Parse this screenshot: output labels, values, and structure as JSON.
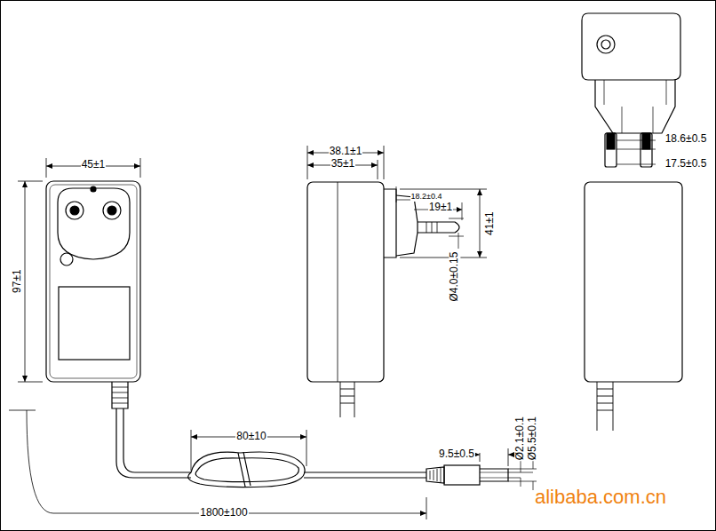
{
  "diagram": {
    "labels": [
      "45±1",
      "97±1",
      "38.1±1",
      "35±1",
      "18.2±0.4",
      "19±1",
      "41±1",
      "Ø4.0±0.15",
      "18.6±0.5",
      "17.5±0.5",
      "80±10",
      "1800±100",
      "9.5±0.5",
      "Ø2.1±0.1",
      "Ø5.5±0.1",
      "alibaba.com.cn"
    ]
  }
}
